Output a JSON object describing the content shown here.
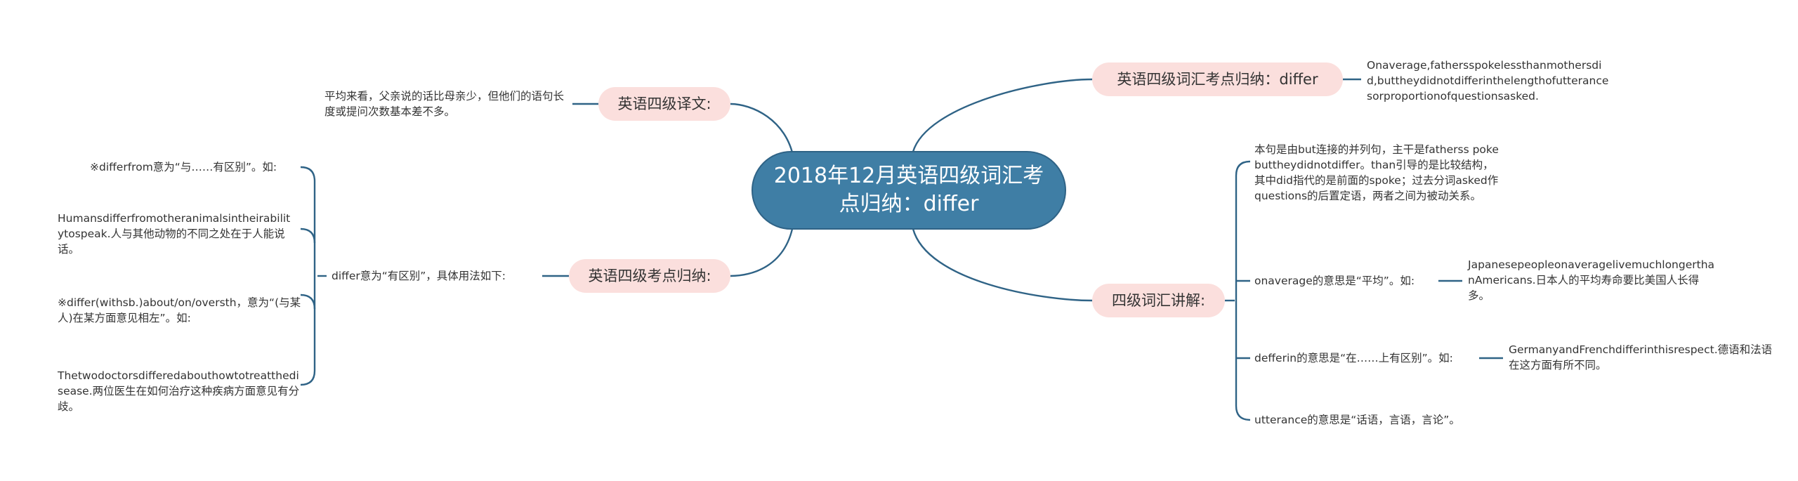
{
  "root": {
    "title": "2018年12月英语四级词汇考点归纳：differ"
  },
  "branches": {
    "translation": {
      "label": "英语四级译文:",
      "text": "平均来看，父亲说的话比母亲少，但他们的语句长度或提问次数基本差不多。"
    },
    "exam_points": {
      "label": "英语四级考点归纳:",
      "mid": "differ意为“有区别”，具体用法如下:",
      "items": [
        "※differfrom意为“与……有区别”。如:",
        "Humansdifferfromotheranimalsintheirabilitytospeak.人与其他动物的不同之处在于人能说话。",
        "※differ(withsb.)about/on/oversth，意为“(与某人)在某方面意见相左”。如:",
        "Thetwodoctorsdifferedabouthowtotreatthedisease.两位医生在如何治疗这种疾病方面意见有分歧。"
      ]
    },
    "summary": {
      "label": "英语四级词汇考点归纳：differ",
      "text": "Onaverage,fathersspokelessthanmothersdid,buttheydidnotdifferinthelengthofutterancesorproportionofquestionsasked."
    },
    "vocab": {
      "label": "四级词汇讲解:",
      "analysis": "本句是由but连接的并列句，主干是fatherss pokebuttheydidnotdiffer。than引导的是比较结构，其中did指代的是前面的spoke；过去分词asked作questions的后置定语，两者之间为被动关系。",
      "onaverage": "onaverage的意思是“平均”。如:",
      "onaverage_example": "JapanesepeopleonaveragelivemuchlongerthanAmericans.日本人的平均寿命要比美国人长得多。",
      "differin": "defferin的意思是“在……上有区别”。如:",
      "differin_example": "GermanyandFrenchdifferinthisrespect.德语和法语在这方面有所不同。",
      "utterance": "utterance的意思是“话语，言语，言论”。"
    }
  },
  "colors": {
    "link": "#2f6386",
    "root_fill": "#3f7ea5",
    "branch_fill": "#fbdfdd",
    "text": "#333333"
  }
}
